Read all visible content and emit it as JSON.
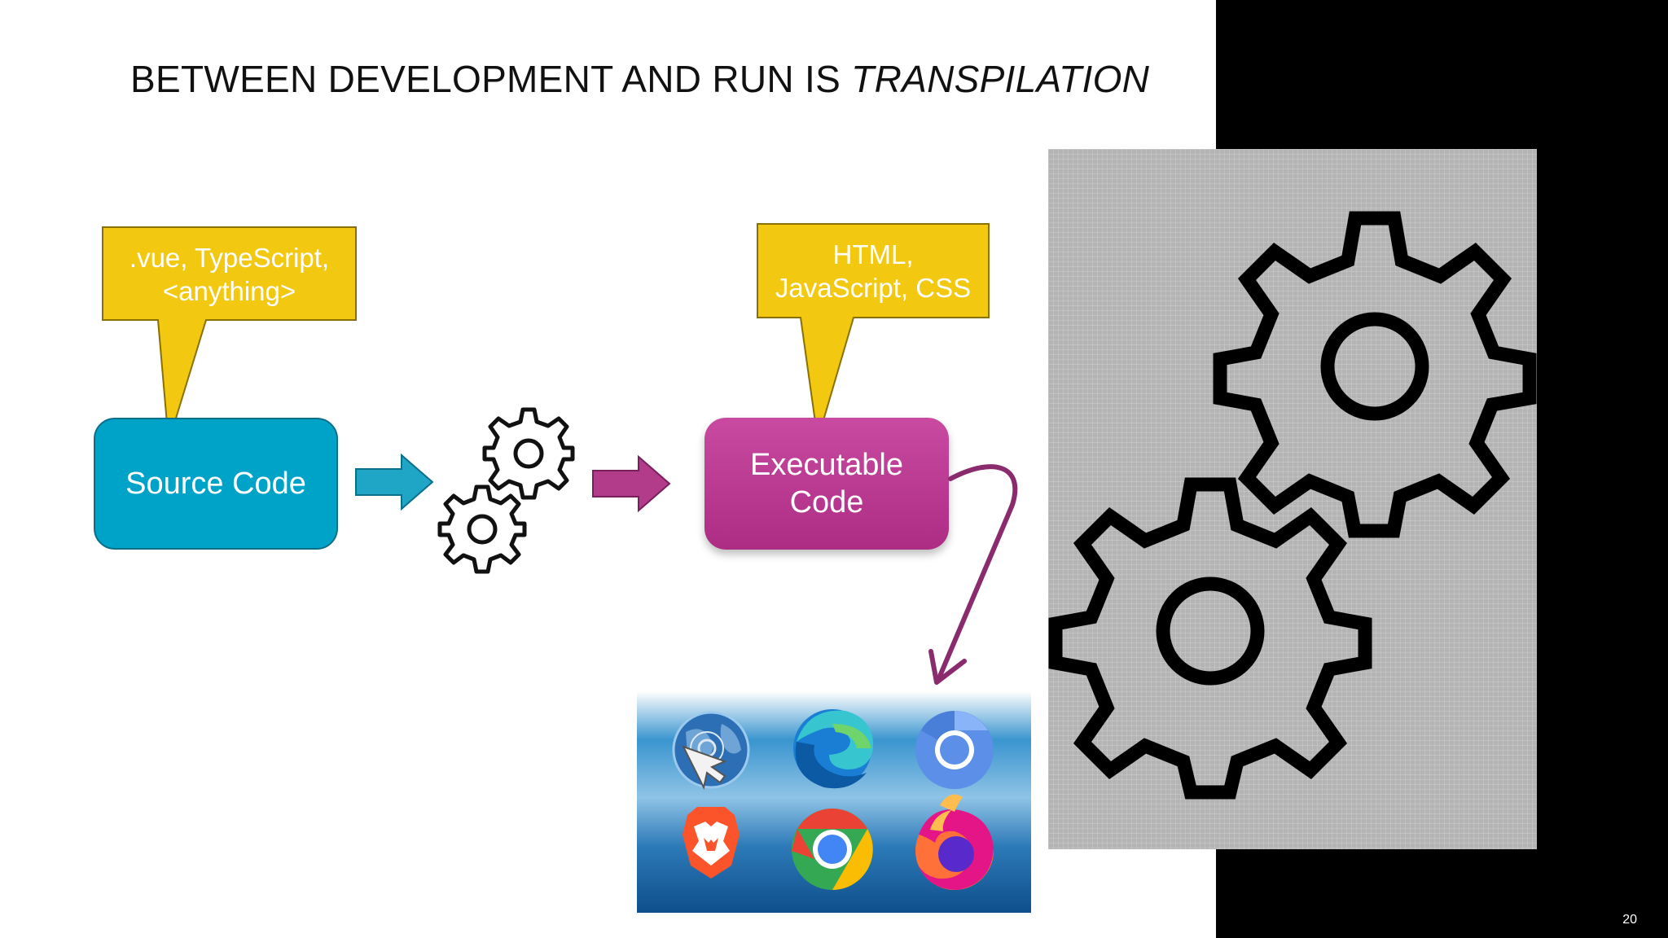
{
  "slide": {
    "title_prefix": "BETWEEN DEVELOPMENT AND RUN IS ",
    "title_emphasis": "TRANSPILATION",
    "page_number": "20"
  },
  "callouts": {
    "source": {
      "line1": ".vue, TypeScript,",
      "line2": "<anything>"
    },
    "output": {
      "line1": "HTML,",
      "line2": "JavaScript, CSS"
    }
  },
  "nodes": {
    "source": {
      "label": "Source Code"
    },
    "executable": {
      "line1": "Executable",
      "line2": "Code"
    }
  },
  "colors": {
    "callout_fill": "#f2c811",
    "callout_border": "#8a7000",
    "source_fill": "#00a3c8",
    "executable_fill": "#b83a91",
    "arrow_teal": "#1fa6c7",
    "arrow_magenta": "#b23c8a",
    "curved_arrow": "#8a2b6e"
  },
  "icons": {
    "transpile": "gears-icon",
    "gear_panel": "gears-icon",
    "browsers": [
      "browser-globe-icon",
      "edge-icon",
      "chromium-icon",
      "brave-icon",
      "chrome-icon",
      "firefox-icon"
    ]
  }
}
